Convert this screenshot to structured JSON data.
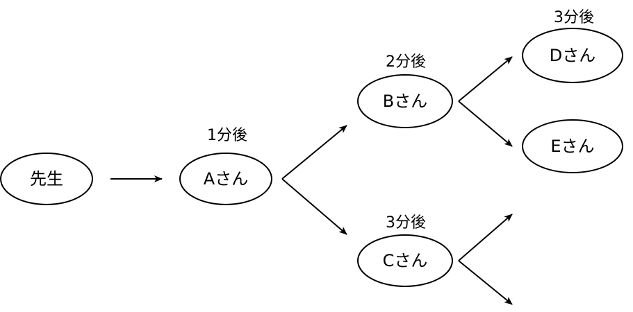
{
  "nodes": {
    "teacher": "先生",
    "a": "Aさん",
    "b": "Bさん",
    "c": "Cさん",
    "d": "Dさん",
    "e": "Eさん"
  },
  "times": {
    "a": "1分後",
    "b": "2分後",
    "c": "3分後",
    "d": "3分後"
  },
  "colors": {
    "stroke": "#000000",
    "fill": "#ffffff"
  }
}
